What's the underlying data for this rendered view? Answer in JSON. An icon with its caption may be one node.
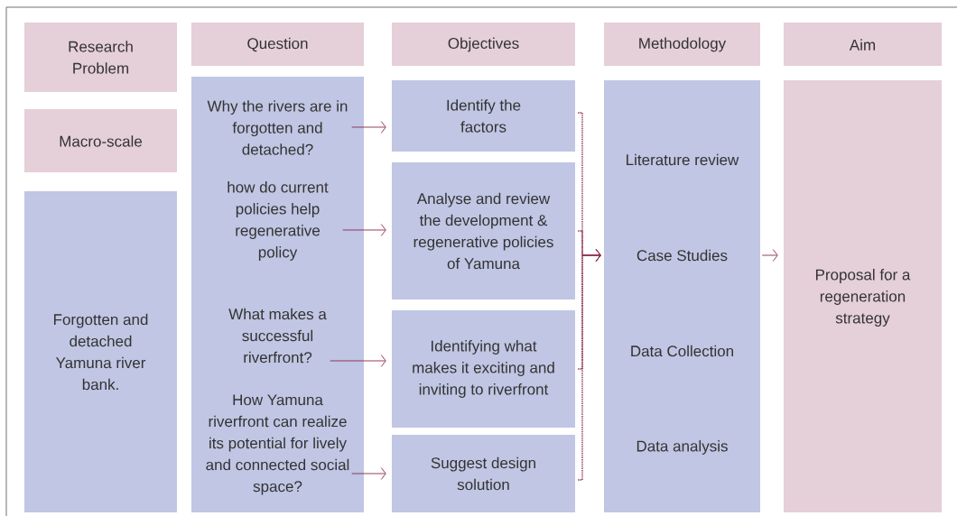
{
  "diagram": {
    "nodes": [
      {
        "text": [
          "Research Problem"
        ]
      },
      {
        "text": [
          "Macro-scale"
        ]
      },
      {
        "text": [
          "Forgotten and detached Yamuna river bank."
        ]
      },
      {
        "text": [
          "Question"
        ]
      },
      {
        "text": [],
        "shape": "box"
      },
      {
        "text": [
          "Why the rivers are in forgotten and detached?"
        ],
        "in": 4
      },
      {
        "text": [
          "how do current policies help regenerative policy"
        ],
        "in": 4
      },
      {
        "text": [
          "What makes a successful riverfront?"
        ],
        "in": 4
      },
      {
        "text": [
          "How Yamuna riverfront can realize its potential for lively and connected social space?"
        ],
        "in": 4
      },
      {
        "text": [
          "Objectives"
        ]
      },
      {
        "text": [
          "Identify the factors"
        ]
      },
      {
        "text": [
          "Analyse and review the development & regenerative policies of Yamuna"
        ]
      },
      {
        "text": [
          "Identifying what makes it exciting and inviting to riverfront"
        ]
      },
      {
        "text": [
          "Suggest design solution"
        ]
      },
      {
        "text": [
          "Methodology"
        ]
      },
      {
        "text": [
          "Literature review",
          "Case Studies",
          "Data Collection",
          "Data analysis"
        ]
      },
      {
        "text": [
          "Aim"
        ]
      },
      {
        "text": [
          "Proposal for a regeneration strategy"
        ]
      }
    ],
    "edges": [
      {
        "from": 5,
        "to": 10,
        "arrow": "to"
      },
      {
        "from": 6,
        "to": 11,
        "arrow": "to"
      },
      {
        "from": 7,
        "to": 12,
        "arrow": "to"
      },
      {
        "from": 8,
        "to": 13,
        "arrow": "to"
      },
      {
        "from": 10,
        "to": 15,
        "arrow": "to",
        "style": "dashed"
      },
      {
        "from": 11,
        "to": 15,
        "arrow": "to",
        "style": "dashed"
      },
      {
        "from": 12,
        "to": 15,
        "arrow": "to",
        "style": "dashed"
      },
      {
        "from": 13,
        "to": 15,
        "arrow": "to",
        "style": "dashed"
      },
      {
        "from": 15,
        "to": 17,
        "arrow": "to"
      }
    ]
  }
}
